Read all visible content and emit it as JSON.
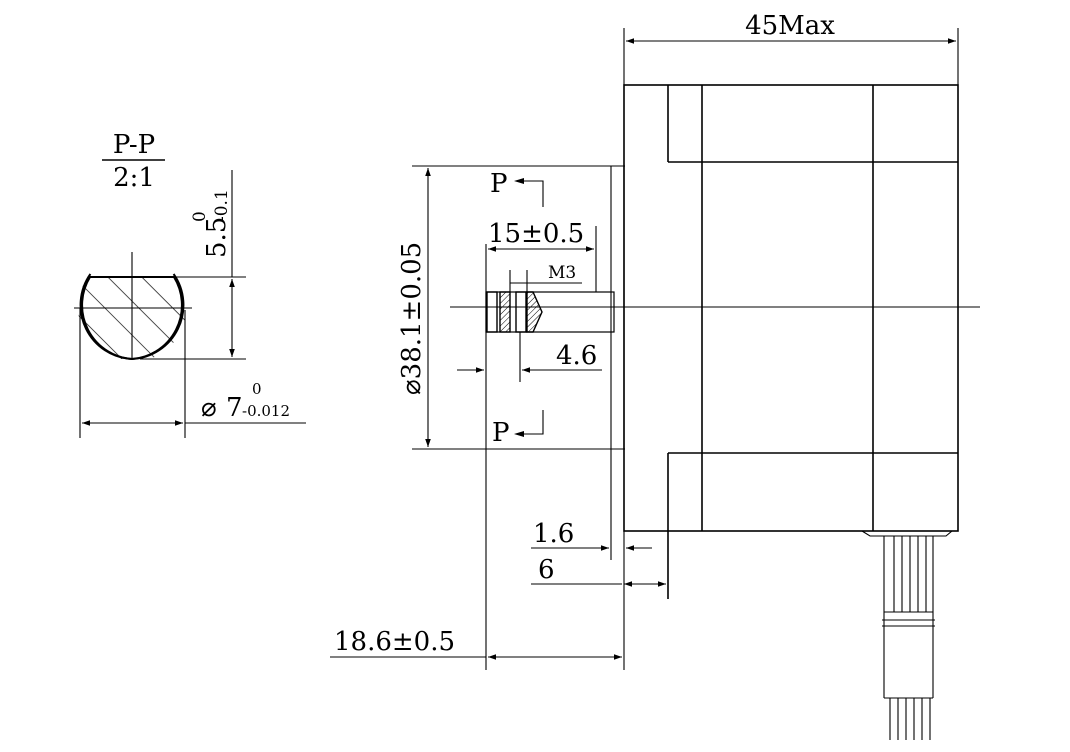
{
  "section": {
    "label": "P-P",
    "scale": "2:1",
    "flat_height": "5.5",
    "flat_height_upper_tol": "0",
    "flat_height_lower_tol": "-0.1",
    "shaft_diameter_symbol": "⌀",
    "shaft_diameter": "7",
    "shaft_diameter_upper_tol": "0",
    "shaft_diameter_lower_tol": "-0.012"
  },
  "front": {
    "section_marker": "P",
    "pilot_diameter": "⌀38.1±0.05",
    "bolt_depth": "15±0.5",
    "thread": "M3",
    "hole_offset": "4.6"
  },
  "side": {
    "length": "45Max",
    "flange_thickness": "1.6",
    "boss_height": "6",
    "shaft_length": "18.6±0.5"
  }
}
